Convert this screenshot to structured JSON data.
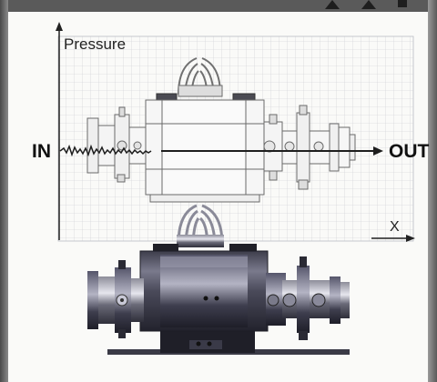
{
  "diagram": {
    "y_axis_label": "Pressure",
    "x_axis_label": "X",
    "inlet_label": "IN",
    "outlet_label": "OUT"
  },
  "icons": {
    "frame_top_icons": [
      "triangle-icon",
      "triangle-icon",
      "square-icon"
    ]
  }
}
